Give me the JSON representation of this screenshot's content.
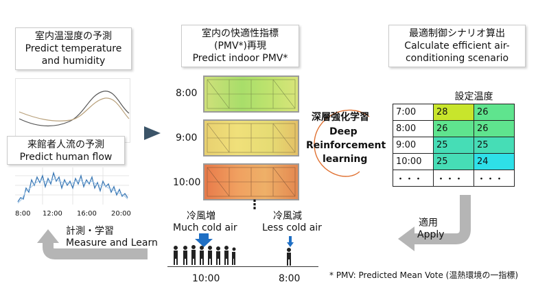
{
  "left": {
    "temp_box_ja": "室内温湿度の予測",
    "temp_box_en1": "Predict temperature",
    "temp_box_en2": "and humidity",
    "flow_box_ja": "来館者人流の予測",
    "flow_box_en": "Predict human flow",
    "flow_ticks": [
      "8:00",
      "12:00",
      "16:00",
      "20:00"
    ],
    "measure_ja": "計測・学習",
    "measure_en": "Measure and Learn"
  },
  "middle": {
    "box_ja": "室内の快適性指標",
    "box_line2": "(PMV*)再現",
    "box_en": "Predict indoor PMV*",
    "times": [
      "8:00",
      "9:00",
      "10:00"
    ],
    "ellipsis": "⋮",
    "much_ja": "冷風増",
    "much_en": "Much cold air",
    "less_ja": "冷風減",
    "less_en": "Less cold air",
    "time_much": "10:00",
    "time_less": "8:00",
    "footnote": "* PMV: Predicted Mean Vote (温熱環境の一指標)"
  },
  "drl": {
    "ja": "深層強化学習",
    "en1": "Deep",
    "en2": "Reinforcement",
    "en3": "learning"
  },
  "right": {
    "box_ja": "最適制御シナリオ算出",
    "box_en1": "Calculate efficient air-",
    "box_en2": "conditioning scenario",
    "table_header": "設定温度",
    "rows": [
      {
        "time": "7:00",
        "a": "28",
        "b": "26"
      },
      {
        "time": "8:00",
        "a": "26",
        "b": "26"
      },
      {
        "time": "9:00",
        "a": "25",
        "b": "25"
      },
      {
        "time": "10:00",
        "a": "25",
        "b": "24"
      }
    ],
    "dots": "・・・",
    "apply_ja": "適用",
    "apply_en": "Apply"
  },
  "colors": {
    "arrow_gray": "#b5b5b5",
    "arrow_dark": "#3b5468",
    "blue_arrow": "#1f6fc4",
    "cell_yellow": "#c8e52c",
    "cell_green": "#5fe48e",
    "cell_teal": "#46ddb6",
    "cell_cyan": "#2ee0e8",
    "drl_swirl": "#e07030"
  }
}
